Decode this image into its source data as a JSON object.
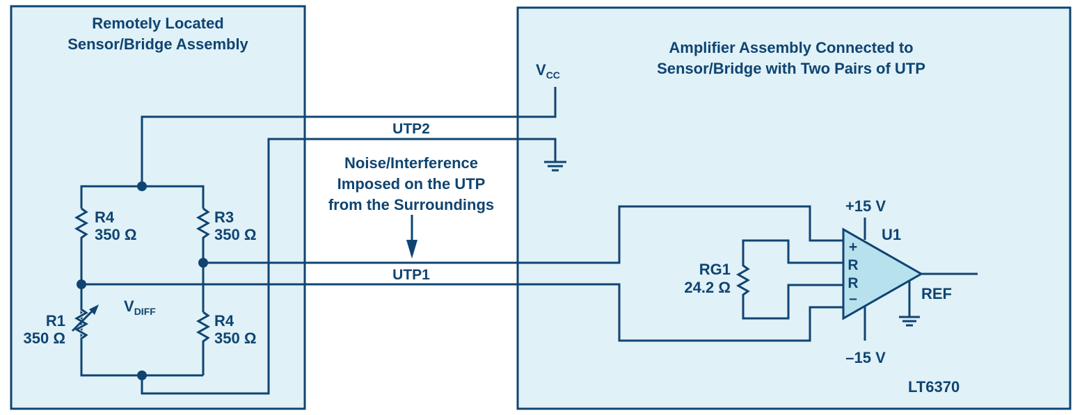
{
  "colors": {
    "line": "#0f4471",
    "box_fill": "#e0f1f8",
    "opamp_fill": "#b8e1ee",
    "background": "#ffffff"
  },
  "left_box": {
    "title_line1": "Remotely Located",
    "title_line2": "Sensor/Bridge Assembly"
  },
  "right_box": {
    "title_line1": "Amplifier Assembly Connected to",
    "title_line2": "Sensor/Bridge with Two Pairs of UTP"
  },
  "bridge": {
    "r4_top": {
      "name": "R4",
      "value": "350 Ω"
    },
    "r3": {
      "name": "R3",
      "value": "350 Ω"
    },
    "r1": {
      "name": "R1",
      "value": "350 Ω"
    },
    "r4_bottom": {
      "name": "R4",
      "value": "350 Ω"
    },
    "vdiff_main": "V",
    "vdiff_sub": "DIFF"
  },
  "cables": {
    "utp2": "UTP2",
    "utp1": "UTP1",
    "noise_line1": "Noise/Interference",
    "noise_line2": "Imposed on the UTP",
    "noise_line3": "from the Surroundings"
  },
  "supply": {
    "vcc_main": "V",
    "vcc_sub": "CC"
  },
  "amplifier": {
    "rg_name": "RG1",
    "rg_value": "24.2 Ω",
    "pos_supply": "+15 V",
    "neg_supply": "–15 V",
    "designator": "U1",
    "ref_label": "REF",
    "part_number": "LT6370",
    "pin_plus": "+",
    "pin_r1": "R",
    "pin_r2": "R",
    "pin_minus": "–"
  }
}
